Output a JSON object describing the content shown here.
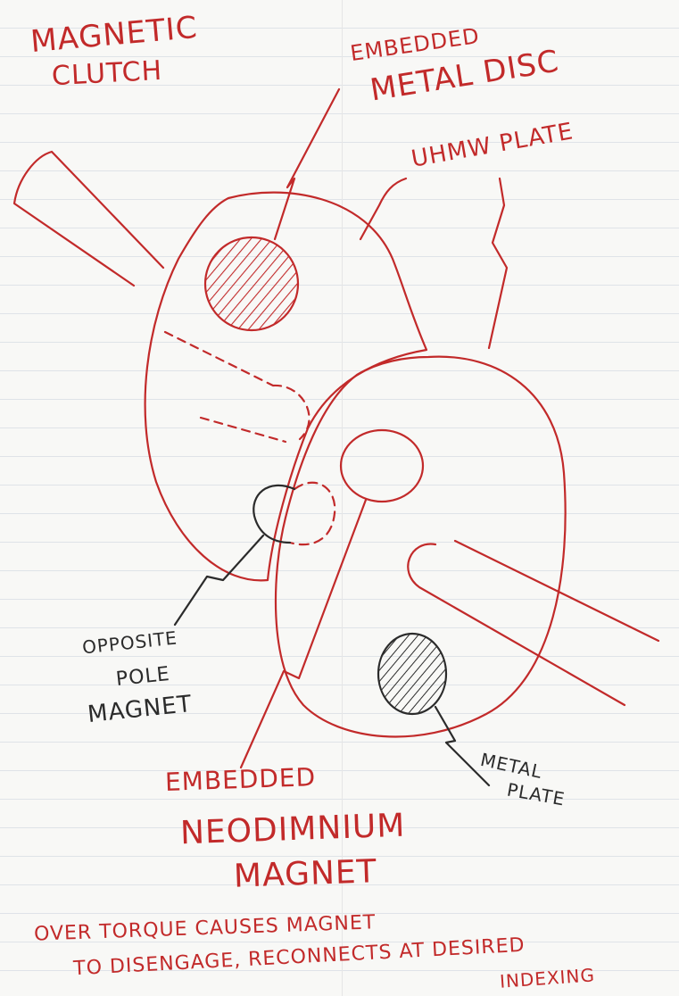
{
  "colors": {
    "ink_red": "#c22a2a",
    "ink_black": "#2b2b2b",
    "paper": "#f8f8f6",
    "rule_line": "#dfe3e8"
  },
  "labels": {
    "title_line1": "MAGNETIC",
    "title_line2": "CLUTCH",
    "disc_line1": "EMBEDDED",
    "disc_line2": "METAL DISC",
    "uhmw": "UHMW PLATE",
    "pole_line1": "OPPOSITE",
    "pole_line2": "POLE",
    "pole_line3": "MAGNET",
    "plate_line1": "METAL",
    "plate_line2": "PLATE",
    "neo_line1": "EMBEDDED",
    "neo_line2": "NEODIMNIUM",
    "neo_line3": "MAGNET",
    "note_line1": "OVER TORQUE CAUSES MAGNET",
    "note_line2": "TO DISENGAGE, RECONNECTS AT DESIRED",
    "note_line3": "INDEXING"
  }
}
